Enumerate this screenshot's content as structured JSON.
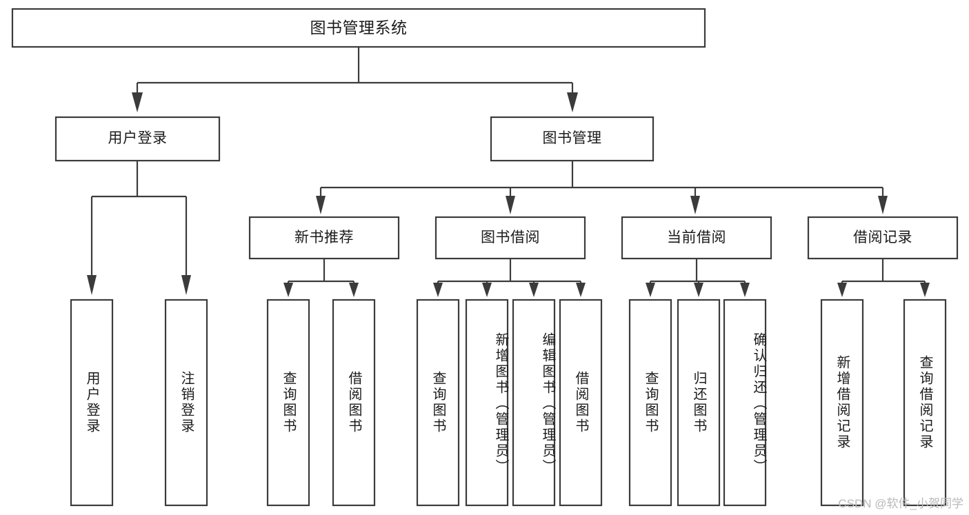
{
  "diagram": {
    "title": "图书管理系统",
    "type": "tree-hierarchy-chart",
    "root": {
      "id": "root",
      "label": "图书管理系统"
    },
    "level2": [
      {
        "id": "user-login",
        "label": "用户登录"
      },
      {
        "id": "book-manage",
        "label": "图书管理"
      }
    ],
    "level3": [
      {
        "id": "new-book-recommend",
        "label": "新书推荐",
        "parent": "book-manage"
      },
      {
        "id": "book-borrow",
        "label": "图书借阅",
        "parent": "book-manage"
      },
      {
        "id": "current-borrow",
        "label": "当前借阅",
        "parent": "book-manage"
      },
      {
        "id": "borrow-record",
        "label": "借阅记录",
        "parent": "book-manage"
      }
    ],
    "leaves": {
      "user-login": [
        {
          "id": "leaf-user-login",
          "label": "用户登录"
        },
        {
          "id": "leaf-logout-login",
          "label": "注销登录"
        }
      ],
      "new-book-recommend": [
        {
          "id": "leaf-query-book-1",
          "label": "查询图书"
        },
        {
          "id": "leaf-borrow-book-1",
          "label": "借阅图书"
        }
      ],
      "book-borrow": [
        {
          "id": "leaf-query-book-2",
          "label": "查询图书"
        },
        {
          "id": "leaf-add-book",
          "label": "新增图书（管理员）"
        },
        {
          "id": "leaf-edit-book",
          "label": "编辑图书（管理员）"
        },
        {
          "id": "leaf-borrow-book-2",
          "label": "借阅图书"
        }
      ],
      "current-borrow": [
        {
          "id": "leaf-query-book-3",
          "label": "查询图书"
        },
        {
          "id": "leaf-return-book",
          "label": "归还图书"
        },
        {
          "id": "leaf-confirm-return",
          "label": "确认归还（管理员）"
        }
      ],
      "borrow-record": [
        {
          "id": "leaf-add-record",
          "label": "新增借阅记录"
        },
        {
          "id": "leaf-query-record",
          "label": "查询借阅记录"
        }
      ]
    },
    "colors": {
      "stroke": "#3b3b3b",
      "fill": "#ffffff",
      "text": "#1b1b1b",
      "watermark": "#b9b9b9",
      "background": "#ffffff"
    }
  },
  "watermark": {
    "text": "CSDN @软件_小贺同学"
  }
}
